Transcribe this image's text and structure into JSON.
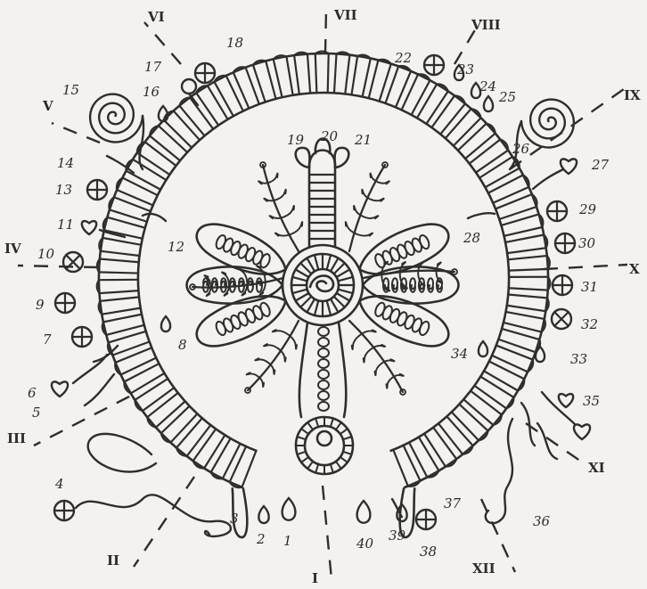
{
  "colors": {
    "ink": "#2e2e2e",
    "paper": "#f4f2ee"
  },
  "sectors": [
    "I",
    "II",
    "III",
    "IV",
    "V",
    "VI",
    "VII",
    "VIII",
    "IX",
    "X",
    "XI",
    "XII"
  ],
  "numbers": [
    "1",
    "2",
    "3",
    "4",
    "5",
    "6",
    "7",
    "8",
    "9",
    "10",
    "11",
    "12",
    "13",
    "14",
    "15",
    "16",
    "17",
    "18",
    "19",
    "20",
    "21",
    "22",
    "23",
    "24",
    "25",
    "26",
    "27",
    "28",
    "29",
    "30",
    "31",
    "32",
    "33",
    "34",
    "35",
    "36",
    "37",
    "38",
    "39",
    "40"
  ]
}
